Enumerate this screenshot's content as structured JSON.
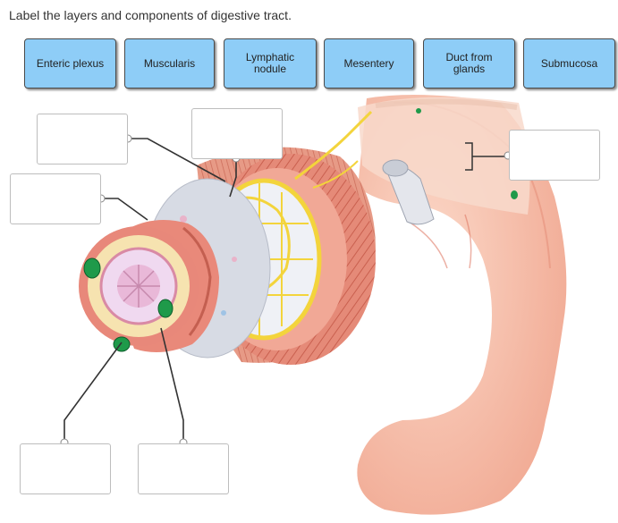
{
  "prompt": "Label the layers and components of digestive tract.",
  "labels": [
    "Enteric plexus",
    "Muscularis",
    "Lymphatic nodule",
    "Mesentery",
    "Duct from glands",
    "Submucosa"
  ],
  "colors": {
    "label_bg": "#8ecdf7",
    "muscle": "#e88a78",
    "tissue": "#f3b9a6",
    "serosa": "#f6d3c4",
    "vessel_yellow": "#f3d43c",
    "nodule_green": "#1f9a4a",
    "submucosa_gray": "#d7dbe4"
  }
}
